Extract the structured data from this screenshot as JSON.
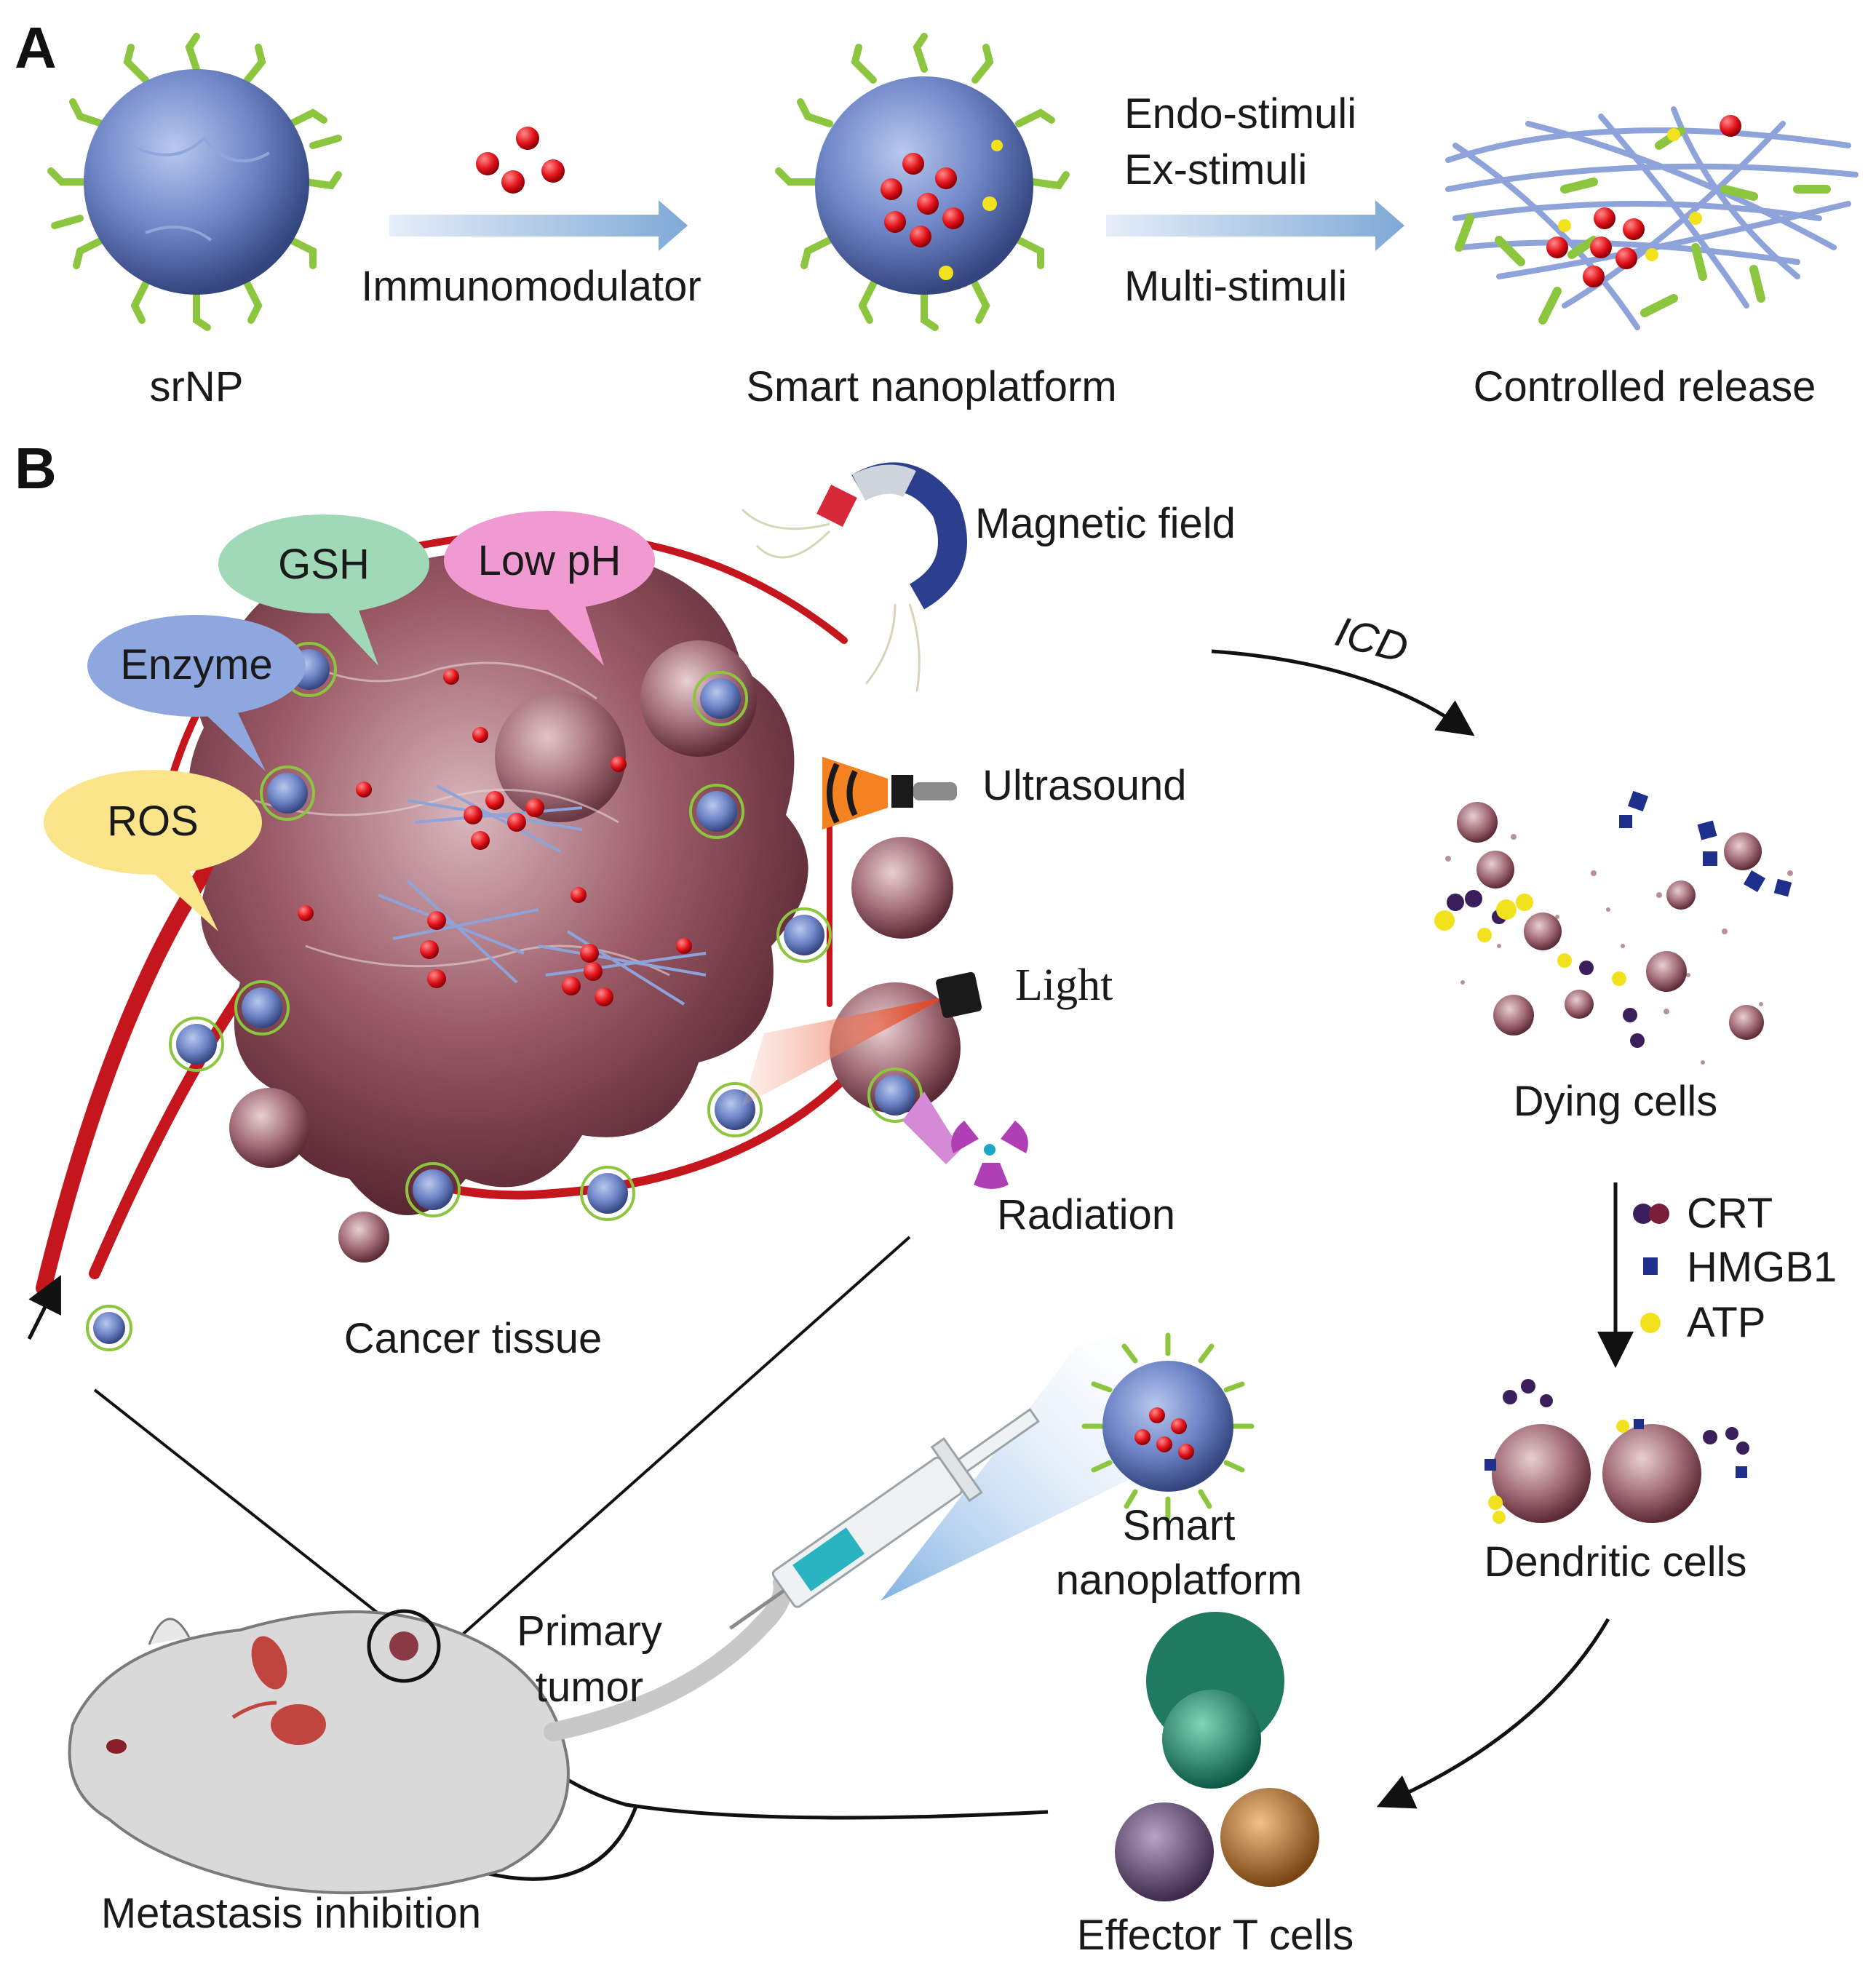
{
  "panels": {
    "a": "A",
    "b": "B"
  },
  "panel_a": {
    "srnp": "srNP",
    "immunomodulator": "Immunomodulator",
    "smart_nanoplatform": "Smart nanoplatform",
    "endo_stimuli": "Endo-stimuli",
    "ex_stimuli": "Ex-stimuli",
    "multi_stimuli": "Multi-stimuli",
    "controlled_release": "Controlled release"
  },
  "panel_b": {
    "endo_stimuli": {
      "gsh": "GSH",
      "low_ph": "Low pH",
      "enzyme": "Enzyme",
      "ros": "ROS"
    },
    "ex_stimuli": {
      "magnetic_field": "Magnetic field",
      "ultrasound": "Ultrasound",
      "light": "Light",
      "radiation": "Radiation"
    },
    "icd": "ICD",
    "dying_cells": "Dying cells",
    "damps": {
      "crt": "CRT",
      "hmgb1": "HMGB1",
      "atp": "ATP"
    },
    "dendritic_cells": "Dendritic cells",
    "effector_t_cells": "Effector T cells",
    "smart_nanoplatform_line1": "Smart",
    "smart_nanoplatform_line2": "nanoplatform",
    "primary_tumor_line1": "Primary",
    "primary_tumor_line2": "tumor",
    "cancer_tissue": "Cancer tissue",
    "metastasis_inhibition": "Metastasis inhibition"
  },
  "colors": {
    "nanoparticle": "#6f86c8",
    "ligand": "#8cc63f",
    "drug": "#e3141b",
    "tissue": "#8a4a55",
    "vessel": "#c4161c",
    "gsh_bubble": "#9fd9b8",
    "low_ph_bubble": "#f19ad2",
    "enzyme_bubble": "#8ea7df",
    "ros_bubble": "#fbe58b",
    "crt": "#3a1f5c",
    "hmgb1": "#1f2f8c",
    "atp": "#f2e21e"
  }
}
